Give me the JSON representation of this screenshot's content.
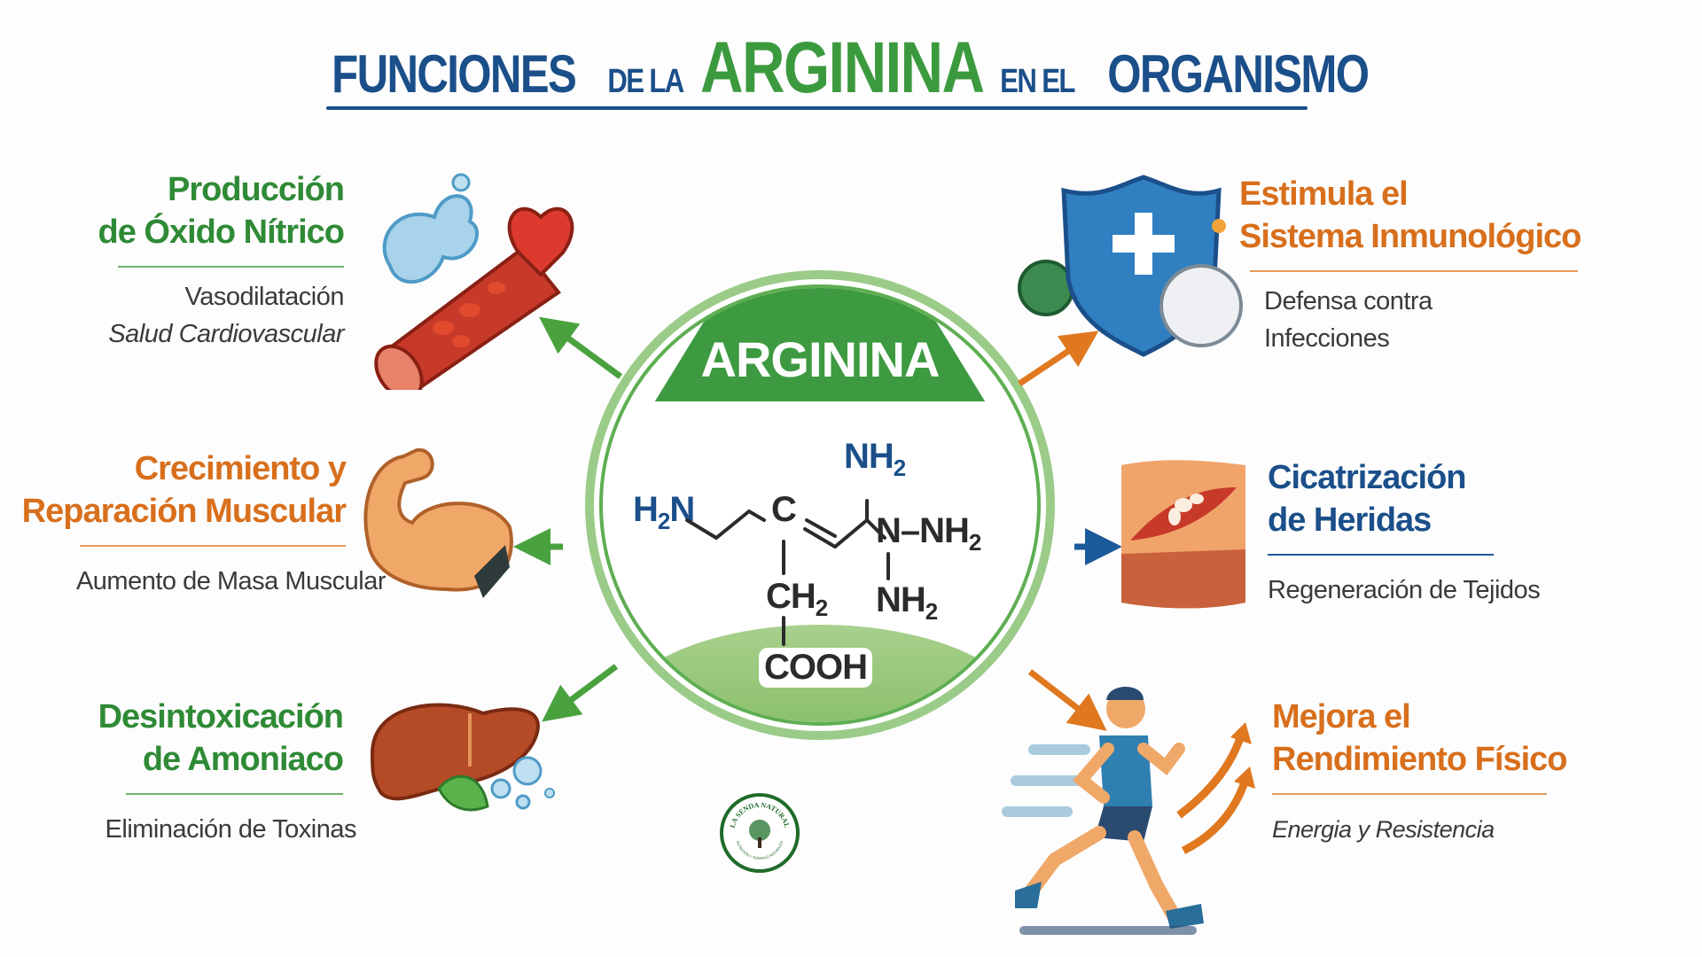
{
  "title": {
    "part1": "FUNCIONES",
    "part2": "DE LA",
    "part3": "ARGININA",
    "part4": "EN EL",
    "part5": "ORGANISMO",
    "colors": {
      "primary": "#1b4f8a",
      "highlight": "#3c9a3e"
    }
  },
  "center": {
    "label": "ARGININA",
    "formula": {
      "h2n": "H₂N",
      "c": "C",
      "nh2_top": "NH₂",
      "n_nh2": "N–NH₂",
      "ch2": "CH₂",
      "nh2_bottom": "NH₂",
      "cooh": "COOH"
    }
  },
  "features": [
    {
      "id": "oxido-nitrico",
      "line1": "Producción",
      "line2": "de Óxido Nítrico",
      "sub1": "Vasodilatación",
      "sub2": "Salud Cardiovascular",
      "color": "#2f8a36",
      "icon": "blood-vessel-heart-icon"
    },
    {
      "id": "muscular",
      "line1": "Crecimiento y",
      "line2": "Reparación Muscular",
      "sub1": "Aumento de Masa Muscular",
      "color": "#d86f1c",
      "icon": "flexed-bicep-icon"
    },
    {
      "id": "amoniaco",
      "line1": "Desintoxicación",
      "line2": "de Amoniaco",
      "sub1": "Eliminación de Toxinas",
      "color": "#2f8a36",
      "icon": "liver-icon"
    },
    {
      "id": "inmune",
      "line1": "Estimula el",
      "line2": "Sistema Inmunológico",
      "sub1": "Defensa contra",
      "sub2": "Infecciones",
      "color": "#d86f1c",
      "icon": "shield-cross-icon"
    },
    {
      "id": "heridas",
      "line1": "Cicatrización",
      "line2": "de Heridas",
      "sub1": "Regeneración de Tejidos",
      "color": "#1b4f8a",
      "icon": "skin-wound-icon"
    },
    {
      "id": "rendimiento",
      "line1": "Mejora el",
      "line2": "Rendimiento Físico",
      "sub1": "Energia y Resistencia",
      "color": "#d86f1c",
      "icon": "runner-icon"
    }
  ],
  "logo": {
    "name": "LA SENDA NATURAL",
    "tagline": "NUTRICIÓN Y TERAPIAS NATURALES"
  }
}
